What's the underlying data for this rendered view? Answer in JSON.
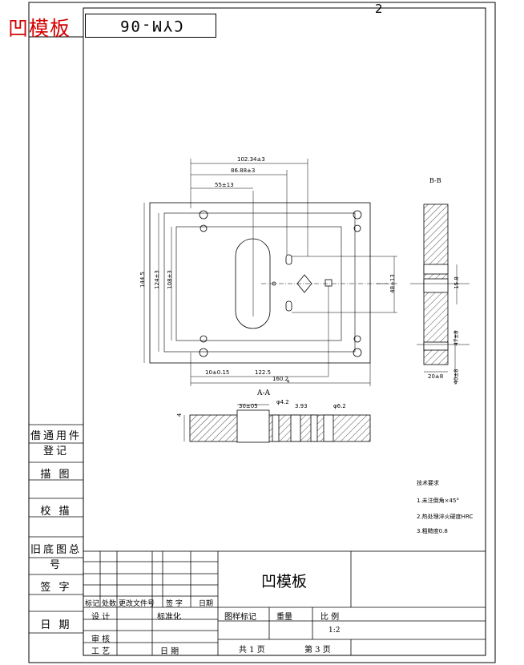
{
  "header": {
    "red_title": "凹模板",
    "drawing_code": "CYM-06",
    "sheet_number": "2"
  },
  "side_panel": {
    "labels": [
      "借通用件登记",
      "描 图",
      "校 描",
      "旧底图总号",
      "签 字",
      "日 期"
    ]
  },
  "views": {
    "section_a_label": "A-A",
    "section_b_label": "B-B",
    "plan_dims": {
      "top1": "102.34±3",
      "top2": "86.88±3",
      "top3": "55±13",
      "left1": "144.5",
      "left2": "124±3",
      "left3": "108±3",
      "right1": "48±13",
      "bottom1": "10±0.15",
      "bottom2": "122.5",
      "bottom3": "160.2",
      "bottom3_sub": "4"
    },
    "section_a_dims": {
      "d1": "30±05",
      "d2": "φ4.2",
      "d3": "3.93",
      "d4": "φ6.2",
      "left": "4"
    },
    "section_b_dims": {
      "v1": "15.8",
      "v2": "47±8",
      "v3": "40±8",
      "h1": "20±8"
    }
  },
  "notes": {
    "heading": "技术要求",
    "items": [
      "1.未注倒角×45°",
      "2.热处理淬火硬度HRC",
      "3.粗糙度0.8"
    ]
  },
  "title_block": {
    "part_name": "凹模板",
    "rev_headers": [
      "标记",
      "处数",
      "更改文件号",
      "签 字",
      "日期"
    ],
    "row_design": "设 计",
    "row_standard": "标准化",
    "row_check": "审 核",
    "row_process": "工 艺",
    "row_date": "日 期",
    "col_stage": "图样标记",
    "col_weight": "重量",
    "col_scale": "比 例",
    "scale_value": "1:2",
    "total_pages": "共 1 页",
    "page_no": "第 3 页"
  }
}
